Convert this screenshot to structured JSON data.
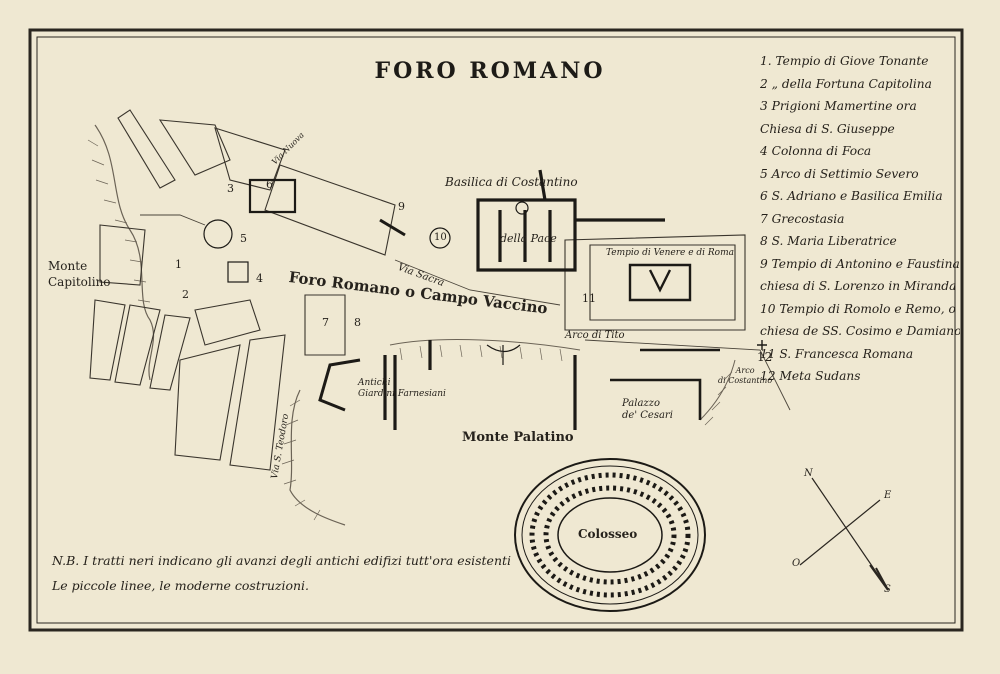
{
  "map": {
    "title": "FORO ROMANO",
    "labels": {
      "monte_capitolino": [
        "Monte",
        "Capitolino"
      ],
      "foro_romano": "Foro Romano o Campo Vaccino",
      "basilica_costantino": "Basilica di Costantino",
      "della_pace": "della Pace",
      "tempio_venere_roma": "Tempio di Venere e di Roma",
      "via_sacra": "Via Sacra",
      "via_nuova": "Via Nuova",
      "via_s_teodoro": "Via S. Teodoro",
      "antichi_giardini": [
        "Antichi",
        "Giardini Farnesiani"
      ],
      "arco_di_tito": [
        "Arco",
        "di Tito"
      ],
      "arco_di_costantino": [
        "Arco",
        "di Costantino"
      ],
      "monte_palatino": "Monte Palatino",
      "palazzo_cesari": [
        "Palazzo",
        "de' Cesari"
      ],
      "colosseo": "Colosseo"
    },
    "markers": [
      "1",
      "2",
      "3",
      "4",
      "5",
      "6",
      "7",
      "8",
      "9",
      "10",
      "11",
      "12"
    ],
    "legend": [
      "1. Tempio di Giove Tonante",
      "2  „  della Fortuna Capitolina",
      "3  Prigioni Mamertine ora",
      "   Chiesa di S. Giuseppe",
      "4  Colonna di Foca",
      "5  Arco di Settimio Severo",
      "6  S. Adriano e Basilica Emilia",
      "7  Grecostasia",
      "8  S. Maria Liberatrice",
      "9  Tempio di Antonino e Faustina o",
      "   chiesa di S. Lorenzo in Miranda",
      "10 Tempio di Romolo e Remo, o",
      "   chiesa de SS. Cosimo e Damiano",
      "11 S. Francesca Romana",
      "12 Meta Sudans"
    ],
    "note": [
      "N.B. I tratti neri indicano gli avanzi degli antichi edifizi tutt'ora esistenti",
      "Le piccole linee, le moderne costruzioni."
    ],
    "compass": {
      "n": "N",
      "e": "E",
      "o": "O",
      "s": "S"
    },
    "colors": {
      "paper": "#efe8d2",
      "ink": "#2a2620",
      "wall": "#1c1a16"
    }
  }
}
